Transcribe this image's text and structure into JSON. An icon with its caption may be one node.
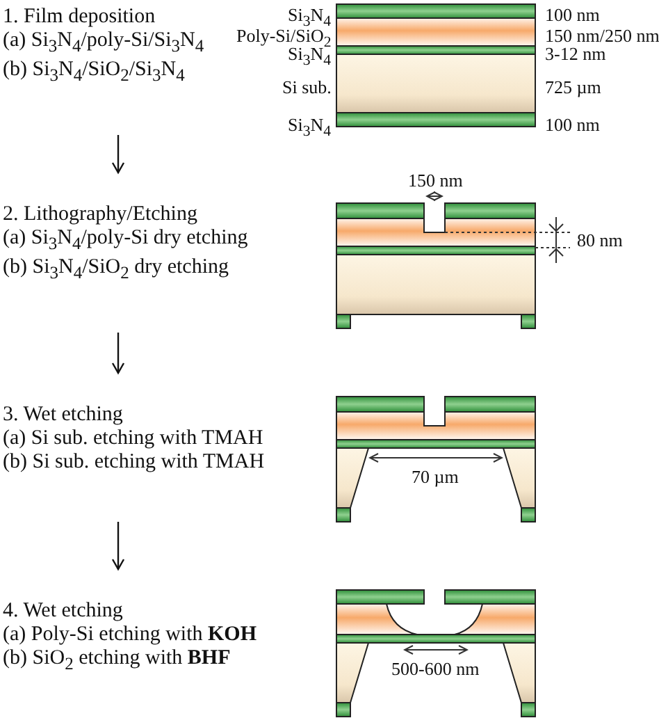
{
  "diagram": {
    "nodes": [
      {
        "text": [
          "1.   Film deposition",
          "(a)  Si$_{3}$N$_{4}$/poly-Si/Si$_{3}$N$_{4}$",
          "(b)  Si$_{3}$N$_{4}$/SiO$_{2}$/Si$_{3}$N$_{4}$"
        ]
      },
      {
        "text": [
          "2. Lithography/Etching",
          "(a)  Si$_{3}$N$_{4}$/poly-Si dry etching",
          "(b)  Si$_{3}$N$_{4}$/SiO$_{2}$ dry etching"
        ]
      },
      {
        "text": [
          "3. Wet etching",
          "(a)  Si sub. etching with TMAH",
          "(b)  Si sub. etching with TMAH"
        ]
      },
      {
        "text": [
          "4. Wet etching",
          "(a)  Poly-Si etching with **KOH**",
          "(b)  SiO$_{2}$ etching with **BHF**"
        ]
      }
    ],
    "edges": [
      {
        "from": 0,
        "to": 1,
        "arrow": "to"
      },
      {
        "from": 1,
        "to": 2,
        "arrow": "to"
      },
      {
        "from": 2,
        "to": 3,
        "arrow": "to"
      }
    ],
    "labels": [
      "Si$_{3}$N$_{4}$",
      "100 nm",
      "Poly-Si/SiO$_{2}$",
      "150 nm/250 nm",
      "Si$_{3}$N$_{4}$",
      "3-12 nm",
      "Si sub.",
      "725 µm",
      "Si$_{3}$N$_{4}$",
      "100 nm",
      "150 nm",
      "80 nm",
      "70 µm",
      "500-600 nm"
    ]
  }
}
